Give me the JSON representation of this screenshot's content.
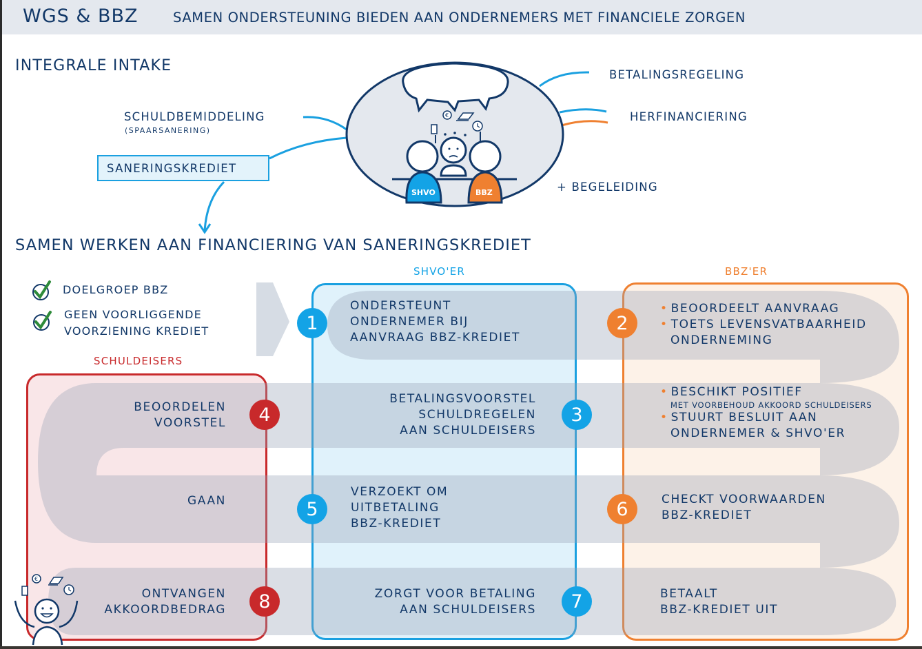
{
  "header": {
    "brand": "WGS & BBZ",
    "title": "SAMEN ONDERSTEUNING BIEDEN AAN ONDERNEMERS MET FINANCIELE ZORGEN"
  },
  "intake": {
    "section_title": "INTEGRALE INTAKE",
    "options_left": [
      {
        "label": "SCHULDBEMIDDELING",
        "sublabel": "(SPAARSANERING)"
      },
      {
        "label": "SANERINGSKREDIET",
        "highlighted": true
      }
    ],
    "options_right": [
      {
        "label": "BETALINGSREGELING"
      },
      {
        "label": "HERFINANCIERING"
      },
      {
        "label": "+ BEGELEIDING"
      }
    ],
    "meeting": {
      "left_person_label": "SHVO",
      "right_person_label": "BBZ",
      "icons": [
        "euro-coin-icon",
        "laptop-icon",
        "phone-icon",
        "clock-icon"
      ]
    }
  },
  "process": {
    "section_title": "SAMEN WERKEN AAN FINANCIERING VAN SANERINGSKREDIET",
    "conditions": [
      "DOELGROEP BBZ",
      "GEEN VOORLIGGENDE",
      "VOORZIENING KREDIET"
    ],
    "columns": {
      "schuldeisers": {
        "title": "SCHULDEISERS",
        "color": "#c8292b"
      },
      "shvo": {
        "title": "SHVO'ER",
        "color": "#13a3e6"
      },
      "bbz": {
        "title": "BBZ'ER",
        "color": "#ef8030"
      }
    },
    "steps": [
      {
        "number": "1",
        "lines": [
          "ONDERSTEUNT",
          "ONDERNEMER BIJ",
          "AANVRAAG BBZ-KREDIET"
        ]
      },
      {
        "number": "2",
        "bullets": [
          [
            "BEOORDEELT AANVRAAG"
          ],
          [
            "TOETS LEVENSVATBAARHEID",
            "ONDERNEMING"
          ]
        ]
      },
      {
        "number": "3",
        "lines": [
          "BETALINGSVOORSTEL",
          "SCHULDREGELEN",
          "AAN SCHULDEISERS"
        ]
      },
      {
        "number": "4",
        "lines": [
          "BEOORDELEN",
          "VOORSTEL"
        ]
      },
      {
        "number": "5",
        "lines": [
          "VERZOEKT OM",
          "UITBETALING",
          "BBZ-KREDIET"
        ]
      },
      {
        "number": "6",
        "lines": [
          "CHECKT VOORWAARDEN",
          "BBZ-KREDIET"
        ]
      },
      {
        "number": "7",
        "lines": [
          "ZORGT VOOR BETALING",
          "AAN SCHULDEISERS"
        ]
      },
      {
        "number": "8",
        "lines": [
          "ONTVANGEN",
          "AKKOORDBEDRAG"
        ]
      }
    ],
    "step3_bbz": {
      "bullet1": "BESCHIKT POSITIEF",
      "bullet1_note": "MET VOORBEHOUD AKKOORD SCHULDEISERS",
      "bullet2": [
        "STUURT BESLUIT AAN",
        "ONDERNEMER & SHVO'ER"
      ]
    },
    "final_bbz": [
      "BETAALT",
      "BBZ-KREDIET UIT"
    ]
  }
}
